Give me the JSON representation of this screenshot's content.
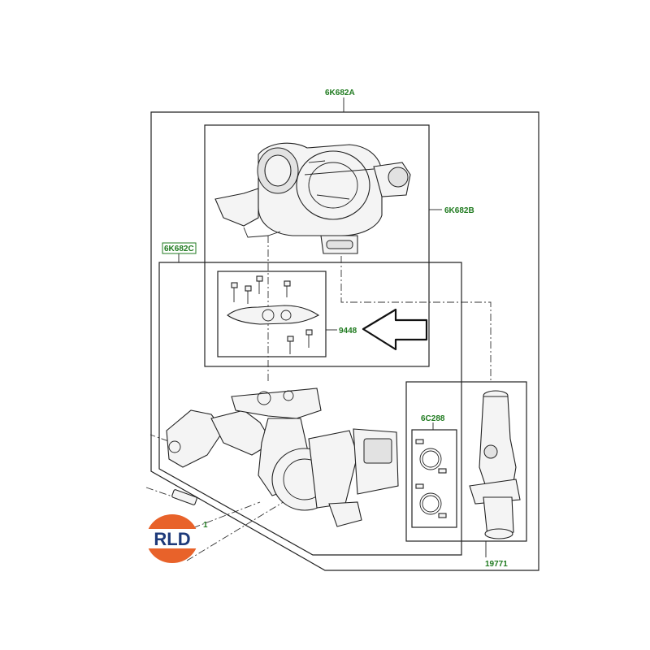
{
  "labels": {
    "assembly": "6K682A",
    "turbo_upper": "6K682B",
    "turbo_lower": "6K682C",
    "gasket_kit": "9448",
    "seal_kit": "6C288",
    "outlet_pipe": "19771",
    "item_one": "1"
  },
  "logo": {
    "text": "RLD",
    "colors": {
      "orange": "#e8622a",
      "blue": "#1e3a7a"
    }
  },
  "colors": {
    "label_green": "#1f7a1f",
    "line": "#222222"
  }
}
